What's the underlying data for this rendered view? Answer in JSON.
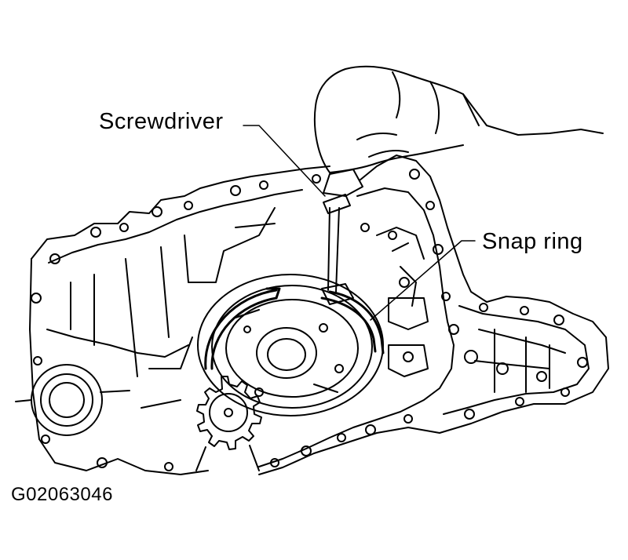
{
  "figure": {
    "labels": {
      "screwdriver": "Screwdriver",
      "snap_ring": "Snap ring"
    },
    "figure_code": "G02063046"
  },
  "colors": {
    "ink": "#000000",
    "paper": "#ffffff"
  }
}
